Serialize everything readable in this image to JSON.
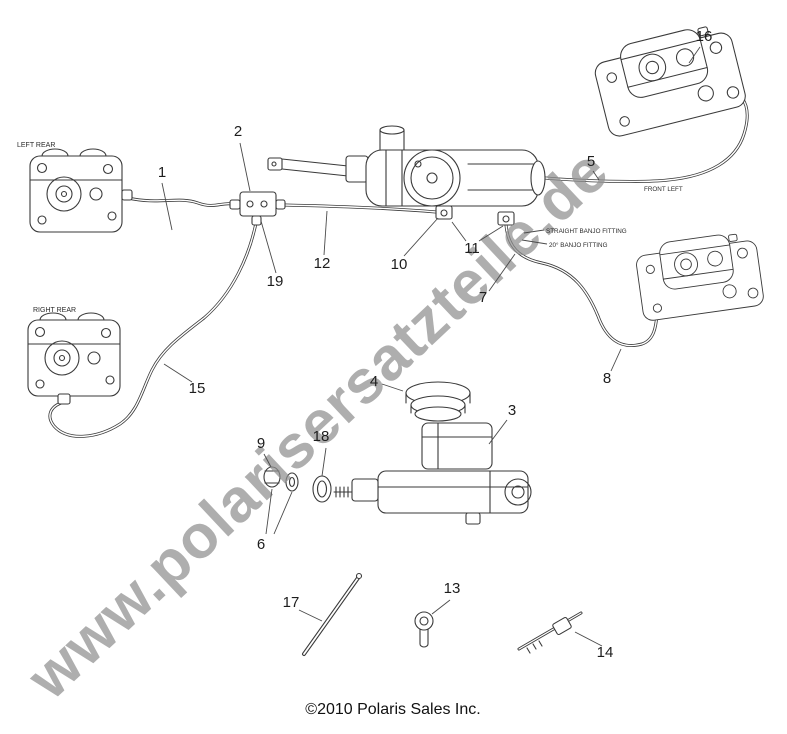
{
  "watermark": {
    "text": "www.polarisersatzteile.de",
    "color": "#8f8f8f"
  },
  "footer": {
    "copyright": "©2010 Polaris Sales Inc."
  },
  "diagram": {
    "labels": {
      "left_rear": "LEFT REAR",
      "right_rear": "RIGHT REAR",
      "front_left": "FRONT LEFT",
      "straight_banjo_fitting": "STRAIGHT BANJO FITTING",
      "banjo_fitting_20": "20° BANJO FITTING"
    },
    "callouts": {
      "c1": "1",
      "c2": "2",
      "c3": "3",
      "c4": "4",
      "c5": "5",
      "c6": "6",
      "c7": "7",
      "c8": "8",
      "c9": "9",
      "c10": "10",
      "c11": "11",
      "c12": "12",
      "c13": "13",
      "c14": "14",
      "c15": "15",
      "c16": "16",
      "c17": "17",
      "c18": "18",
      "c19": "19"
    }
  }
}
